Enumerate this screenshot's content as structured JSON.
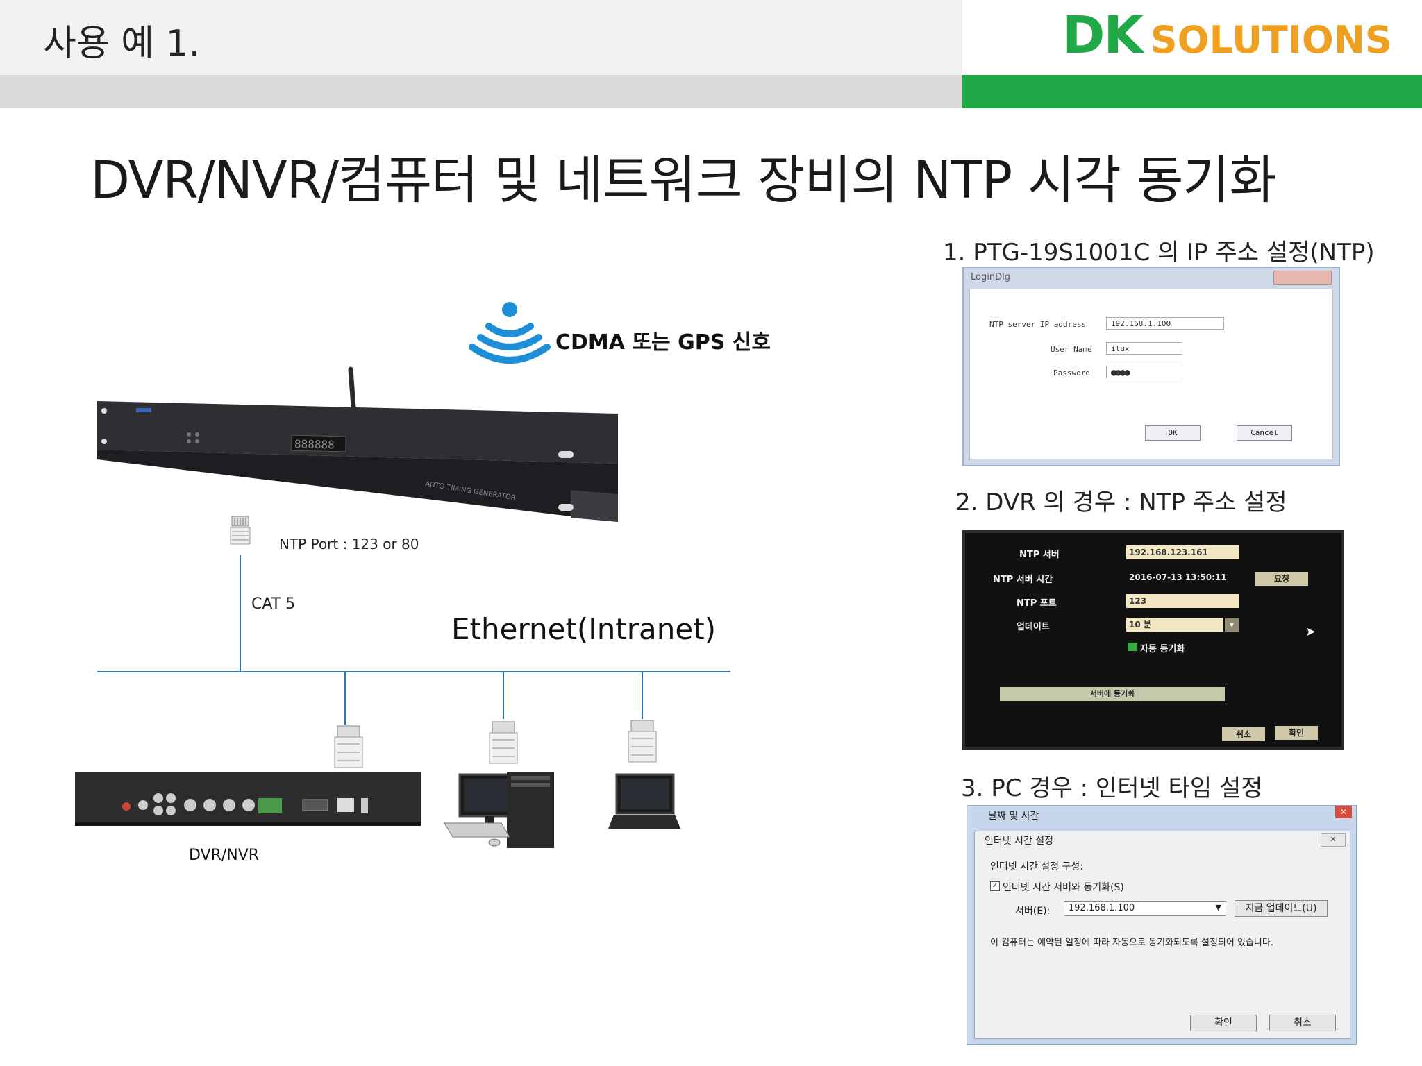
{
  "header": {
    "slide_label": "사용 예 1.",
    "logo_dk": "DK",
    "logo_solutions": "SOLUTIONS"
  },
  "title": "DVR/NVR/컴퓨터 및 네트워크 장비의  NTP 시각 동기화",
  "diagram": {
    "signal_label": "CDMA 또는 GPS 신호",
    "ntp_port_label": "NTP Port : 123 or 80",
    "cat5_label": "CAT 5",
    "ethernet_label": "Ethernet(Intranet)",
    "dvr_label": "DVR/NVR"
  },
  "steps": [
    {
      "title": "1. PTG-19S1001C 의 IP 주소 설정(NTP)"
    },
    {
      "title": "2. DVR 의 경우 :  NTP 주소 설정"
    },
    {
      "title": "3. PC 경우 : 인터넷 타임 설정"
    }
  ],
  "login_dialog": {
    "window_title": "LoginDlg",
    "ntp_label": "NTP server IP address",
    "ntp_value": "192.168.1.100",
    "user_label": "User Name",
    "user_value": "ilux",
    "password_label": "Password",
    "password_value": "●●●●",
    "ok_label": "OK",
    "cancel_label": "Cancel"
  },
  "dvr_screen": {
    "rows": [
      {
        "label": "NTP 서버",
        "value": "192.168.123.161"
      },
      {
        "label": "NTP 서버 시간",
        "value": "2016-07-13  13:50:11"
      },
      {
        "label": "NTP 포트",
        "value": "123"
      },
      {
        "label": "업데이트",
        "value": "10 분"
      }
    ],
    "apply_label": "요청",
    "auto_sync_label": "자동 동기화",
    "sync_button": "서버에 동기화",
    "cancel_label": "취소",
    "confirm_label": "확인"
  },
  "pc_dialog": {
    "outer_title": "날짜 및 시간",
    "inner_title": "인터넷 시간 설정",
    "config_label": "인터넷 시간 설정 구성:",
    "sync_checkbox_label": "인터넷 시간 서버와 동기화(S)",
    "server_label": "서버(E):",
    "server_value": "192.168.1.100",
    "update_now": "지금 업데이트(U)",
    "note": "이 컴퓨터는 예약된 일정에 따라 자동으로 동기화되도록 설정되어 있습니다.",
    "ok_label": "확인",
    "cancel_label": "취소"
  },
  "colors": {
    "brand_green": "#21a847",
    "brand_orange": "#f0a020",
    "network_line": "#2e75b6",
    "signal_blue": "#1f8ed8"
  }
}
